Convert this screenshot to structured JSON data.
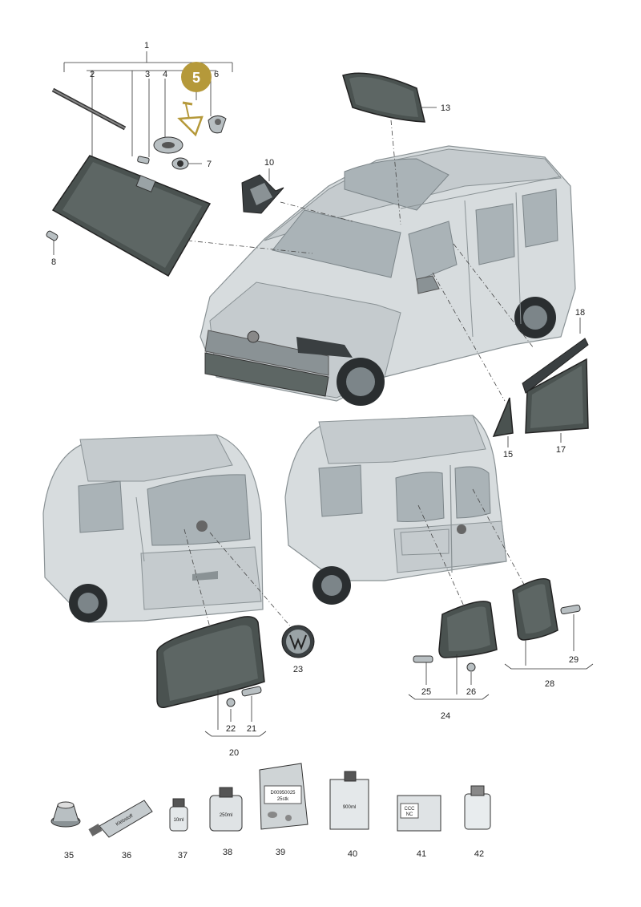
{
  "diagram": {
    "highlight_color": "#b5993a",
    "glass_color": "#4a5250",
    "body_color": "#d7dcde",
    "callouts": [
      {
        "id": "c1",
        "text": "1"
      },
      {
        "id": "c2",
        "text": "2"
      },
      {
        "id": "c3",
        "text": "3"
      },
      {
        "id": "c4",
        "text": "4"
      },
      {
        "id": "c5",
        "text": "5",
        "highlighted": true
      },
      {
        "id": "c6",
        "text": "6"
      },
      {
        "id": "c7",
        "text": "7"
      },
      {
        "id": "c8",
        "text": "8"
      },
      {
        "id": "c10",
        "text": "10"
      },
      {
        "id": "c13",
        "text": "13"
      },
      {
        "id": "c15",
        "text": "15"
      },
      {
        "id": "c17",
        "text": "17"
      },
      {
        "id": "c18",
        "text": "18"
      },
      {
        "id": "c20",
        "text": "20"
      },
      {
        "id": "c21",
        "text": "21"
      },
      {
        "id": "c22",
        "text": "22"
      },
      {
        "id": "c23",
        "text": "23"
      },
      {
        "id": "c24",
        "text": "24"
      },
      {
        "id": "c25",
        "text": "25"
      },
      {
        "id": "c26",
        "text": "26"
      },
      {
        "id": "c28",
        "text": "28"
      },
      {
        "id": "c29",
        "text": "29"
      },
      {
        "id": "c35",
        "text": "35"
      },
      {
        "id": "c36",
        "text": "36"
      },
      {
        "id": "c37",
        "text": "37"
      },
      {
        "id": "c38",
        "text": "38"
      },
      {
        "id": "c39",
        "text": "39"
      },
      {
        "id": "c40",
        "text": "40"
      },
      {
        "id": "c41",
        "text": "41"
      },
      {
        "id": "c42",
        "text": "42"
      }
    ],
    "product_labels": {
      "tube": "Klebstoff",
      "bottle_small": "10ml",
      "can": "250ml",
      "bag_line1": "D00950025",
      "bag_line2": "25stk",
      "box": "900ml",
      "pack_line1": "CCC",
      "pack_line2": "NC"
    }
  }
}
